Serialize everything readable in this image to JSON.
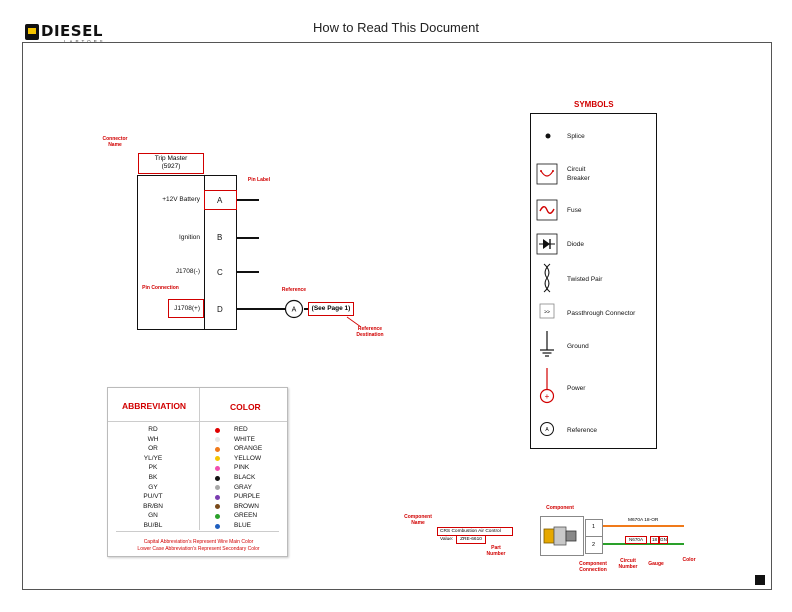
{
  "header": {
    "title": "How to Read This Document",
    "logo_text": "DIESEL",
    "logo_sub": "LAPTOPS"
  },
  "connector_example": {
    "connector_name_label": "Connector\nName",
    "connector_name_line1": "Trip Master",
    "connector_name_line2": "(5927)",
    "pin_label_label": "Pin Label",
    "pin_connection_label": "Pin Connection",
    "reference_label": "Reference",
    "reference_destination_label": "Reference\nDestination",
    "reference_letter": "A",
    "reference_target": "(See Page 1)",
    "pins": [
      {
        "name": "+12V Battery",
        "letter": "A"
      },
      {
        "name": "Ignition",
        "letter": "B"
      },
      {
        "name": "J1708(-)",
        "letter": "C"
      },
      {
        "name": "J1708(+)",
        "letter": "D"
      }
    ]
  },
  "symbols": {
    "title": "SYMBOLS",
    "items": [
      {
        "label": "Splice",
        "icon": "splice-icon"
      },
      {
        "label": "Circuit\nBreaker",
        "icon": "circuit-breaker-icon"
      },
      {
        "label": "Fuse",
        "icon": "fuse-icon"
      },
      {
        "label": "Diode",
        "icon": "diode-icon"
      },
      {
        "label": "Twisted Pair",
        "icon": "twisted-pair-icon"
      },
      {
        "label": "Passthrough Connector",
        "icon": "passthrough-connector-icon",
        "glyph": ">>"
      },
      {
        "label": "Ground",
        "icon": "ground-icon"
      },
      {
        "label": "Power",
        "icon": "power-icon",
        "glyph": "+"
      },
      {
        "label": "Reference",
        "icon": "reference-icon",
        "glyph": "A"
      }
    ]
  },
  "abbreviations": {
    "header_abbr": "ABBREVIATION",
    "header_color": "COLOR",
    "rows": [
      {
        "abbr": "RD",
        "color": "RED",
        "hex": "#e00000"
      },
      {
        "abbr": "WH",
        "color": "WHITE",
        "hex": "#e6e6e6"
      },
      {
        "abbr": "OR",
        "color": "ORANGE",
        "hex": "#f07a1a"
      },
      {
        "abbr": "YL/YE",
        "color": "YELLOW",
        "hex": "#f5c400"
      },
      {
        "abbr": "PK",
        "color": "PINK",
        "hex": "#f04fb0"
      },
      {
        "abbr": "BK",
        "color": "BLACK",
        "hex": "#111111"
      },
      {
        "abbr": "GY",
        "color": "GRAY",
        "hex": "#a8a8a8"
      },
      {
        "abbr": "PU/VT",
        "color": "PURPLE",
        "hex": "#7a3db0"
      },
      {
        "abbr": "BR/BN",
        "color": "BROWN",
        "hex": "#7a4a1a"
      },
      {
        "abbr": "GN",
        "color": "GREEN",
        "hex": "#2aa02a"
      },
      {
        "abbr": "BU/BL",
        "color": "BLUE",
        "hex": "#1f5fbf"
      }
    ],
    "note_line1": "Capital Abbreviation's Represent Wire Main Color",
    "note_line2": "Lower Case Abbreviation's Represent Secondary Color"
  },
  "component_example": {
    "component_name_label": "Component\nName",
    "component_name": "CRS Combustion Air Control",
    "value_label": "Value:",
    "part_number": "ZRE-6610",
    "part_number_label": "Part\nNumber",
    "component_label": "Component",
    "component_connection_label": "Component\nConnection",
    "circuit_number_label": "Circuit\nNumber",
    "gauge_label": "Gauge",
    "color_label": "Color",
    "pin1": "1",
    "pin2": "2",
    "wire1_label": "M670A 18-OR",
    "wire2_circuit": "N670A",
    "wire2_gauge": "18",
    "wire2_color": "GN",
    "wire1_hex": "#f07a1a",
    "wire2_hex": "#2aa02a"
  }
}
